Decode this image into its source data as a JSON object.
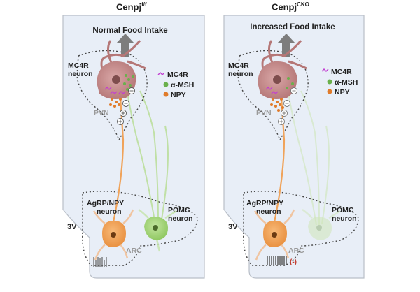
{
  "panels": [
    {
      "title_main": "Cenpj",
      "title_sup": "f/f",
      "intake_label": "Normal Food Intake",
      "mc4r_neuron": "MC4R\nneuron",
      "pvn": "PVN",
      "agrp_neuron": "AgRP/NPY\nneuron",
      "pomc_neuron": "POMC\nneuron",
      "third_ventricle": "3V",
      "arc": "ARC",
      "legend": {
        "mc4r": "MC4R",
        "amsh": "α-MSH",
        "npy": "NPY"
      }
    },
    {
      "title_main": "Cenpj",
      "title_sup": "CKO",
      "intake_label": "Increased Food Intake",
      "mc4r_neuron": "MC4R\nneuron",
      "pvn": "PVN",
      "agrp_neuron": "AgRP/NPY\nneuron",
      "pomc_neuron": "POMC\nneuron",
      "third_ventricle": "3V",
      "arc": "ARC",
      "cilia_mark": "(-)",
      "legend": {
        "mc4r": "MC4R",
        "amsh": "α-MSH",
        "npy": "NPY"
      }
    }
  ],
  "colors": {
    "panel_bg": "#e8eef7",
    "mc4r_neuron": "#c98f8f",
    "agrp": "#f0a35a",
    "pomc": "#a9d77f",
    "amsh_dot": "#6ab04c",
    "npy_dot": "#e07b2b",
    "mc4r_receptor": "#c23fd1",
    "arrow": "#7d7d7d"
  }
}
